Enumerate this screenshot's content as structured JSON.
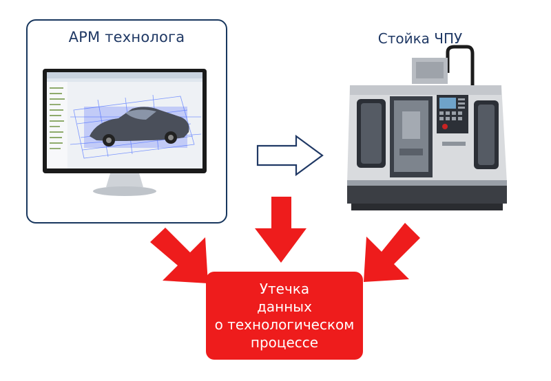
{
  "arm_title": "АРМ технолога",
  "cnc_title": "Стойка ЧПУ",
  "leak_lines": [
    "Утечка",
    "данных",
    "о технологическом",
    "процессе"
  ],
  "colors": {
    "frame": "#17365d",
    "title_text": "#1f3864",
    "alert_red": "#ee1c1c",
    "flow_arrow_stroke": "#1f3864"
  },
  "icons": {
    "workstation": "monitor-cad-icon",
    "machine": "cnc-machine-icon"
  }
}
